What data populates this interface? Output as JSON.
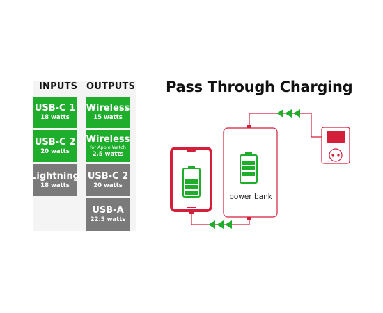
{
  "inputs": {
    "heading": "INPUTS",
    "items": [
      {
        "name": "USB-C 1",
        "watts": "18 watts",
        "color": "#1fad2c"
      },
      {
        "name": "USB-C 2",
        "watts": "20 watts",
        "color": "#1fad2c"
      },
      {
        "name": "Lightning",
        "watts": "18 watts",
        "color": "#7a7a7a"
      }
    ]
  },
  "outputs": {
    "heading": "OUTPUTS",
    "items": [
      {
        "name": "Wireless",
        "note": "",
        "watts": "15 watts",
        "color": "#1fad2c"
      },
      {
        "name": "Wireless",
        "note": "for Apple Watch",
        "watts": "2.5 watts",
        "color": "#1fad2c"
      },
      {
        "name": "USB-C 2",
        "note": "",
        "watts": "20 watts",
        "color": "#7a7a7a"
      },
      {
        "name": "USB-A",
        "note": "",
        "watts": "22.5 watts",
        "color": "#7a7a7a"
      }
    ]
  },
  "diagram": {
    "title": "Pass Through Charging",
    "power_bank_label": "power bank",
    "accent_color": "#d41f3a",
    "arrow_color": "#1fad2c"
  }
}
